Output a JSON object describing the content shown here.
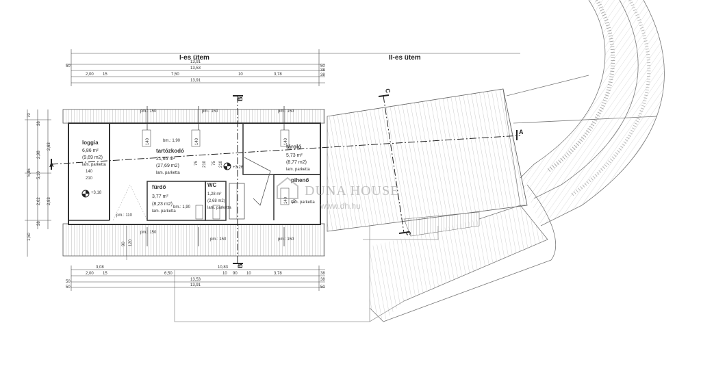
{
  "phases": {
    "first": "I-es ütem",
    "second": "II-es ütem"
  },
  "dims_top": {
    "row1": [
      "50",
      "13,91",
      "50"
    ],
    "row2": [
      "13,53",
      "38"
    ],
    "row3": [
      "2,00",
      "15",
      "7,50",
      "10",
      "3,78",
      "38"
    ],
    "row4": [
      "13,91"
    ]
  },
  "dims_bottom": {
    "row1": [
      "3,08",
      "10,83"
    ],
    "row2": [
      "2,00",
      "15",
      "6,50",
      "10",
      "90",
      "10",
      "3,78",
      "38"
    ],
    "row3": [
      "50",
      "13,53",
      "38"
    ],
    "row4": [
      "50",
      "13,91",
      "50"
    ]
  },
  "dims_left": [
    "70",
    "38",
    "2,98",
    "2,63",
    "5,86",
    "5,10",
    "2,02",
    "2,93",
    "38",
    "1,50"
  ],
  "rooms": {
    "loggia": {
      "name": "loggia",
      "area": "6,86 m²",
      "area2": "(9,69 m2)",
      "floor": "lam. parketta",
      "dim1": "140",
      "dim2": "210"
    },
    "hall": {
      "name": "tartózkodó",
      "area": "21,65 m²",
      "area2": "(27,69 m2)",
      "floor": "lam. parketta",
      "bm": "bm.: 1,90"
    },
    "storage": {
      "name": "tároló",
      "area": "5,73 m²",
      "area2": "(8,77 m2)",
      "floor": "lam. parketta"
    },
    "bedroom": {
      "name": "pihenő",
      "area": "",
      "area2": "",
      "floor": "lam. parketta"
    },
    "bath": {
      "name": "fürdő",
      "area": "3,77 m²",
      "area2": "(8,23 m2)",
      "floor": "lam. parketta",
      "bm": "bm.: 1,90"
    },
    "wc": {
      "name": "WC",
      "area": "1,28 m²",
      "area2": "(2,68 m2)",
      "floor": "lam. parketta"
    }
  },
  "labels": {
    "pm150": "pm.: 150",
    "pm110": "pm.: 110",
    "level1": "+3,18",
    "level2": "+3,26",
    "d140": "140",
    "d120": "120",
    "d90": "90",
    "d75": "75",
    "d210": "210",
    "d70": "70"
  },
  "sections": {
    "a": "A",
    "b": "B",
    "c": "C"
  },
  "watermark": {
    "brand": "DUNA HOUSE",
    "url": "www.dh.hu"
  }
}
